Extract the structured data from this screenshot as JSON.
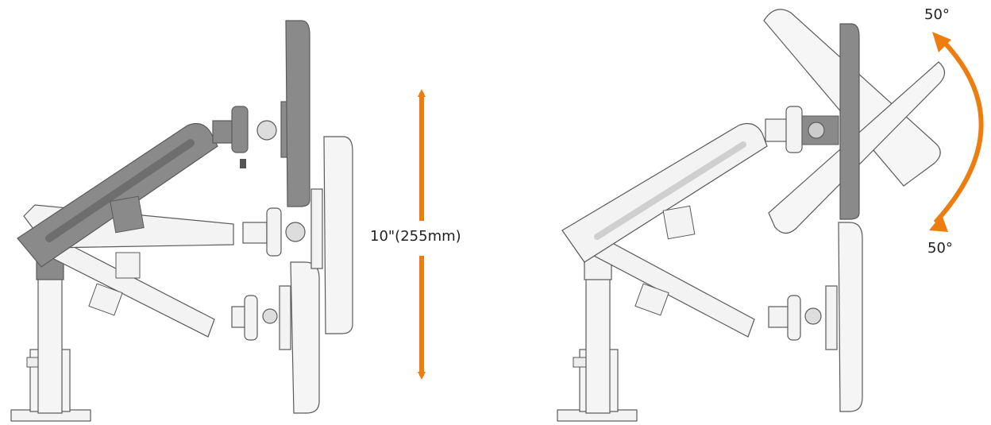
{
  "labels": {
    "height_adjustment": "10\"(255mm)",
    "tilt_up": "50°",
    "tilt_down": "50°"
  },
  "colors": {
    "accent": "#ed7d0f",
    "arm_dark": "#8a8a8a",
    "arm_light": "#f3f3f3",
    "outline": "#5a5a5a"
  }
}
